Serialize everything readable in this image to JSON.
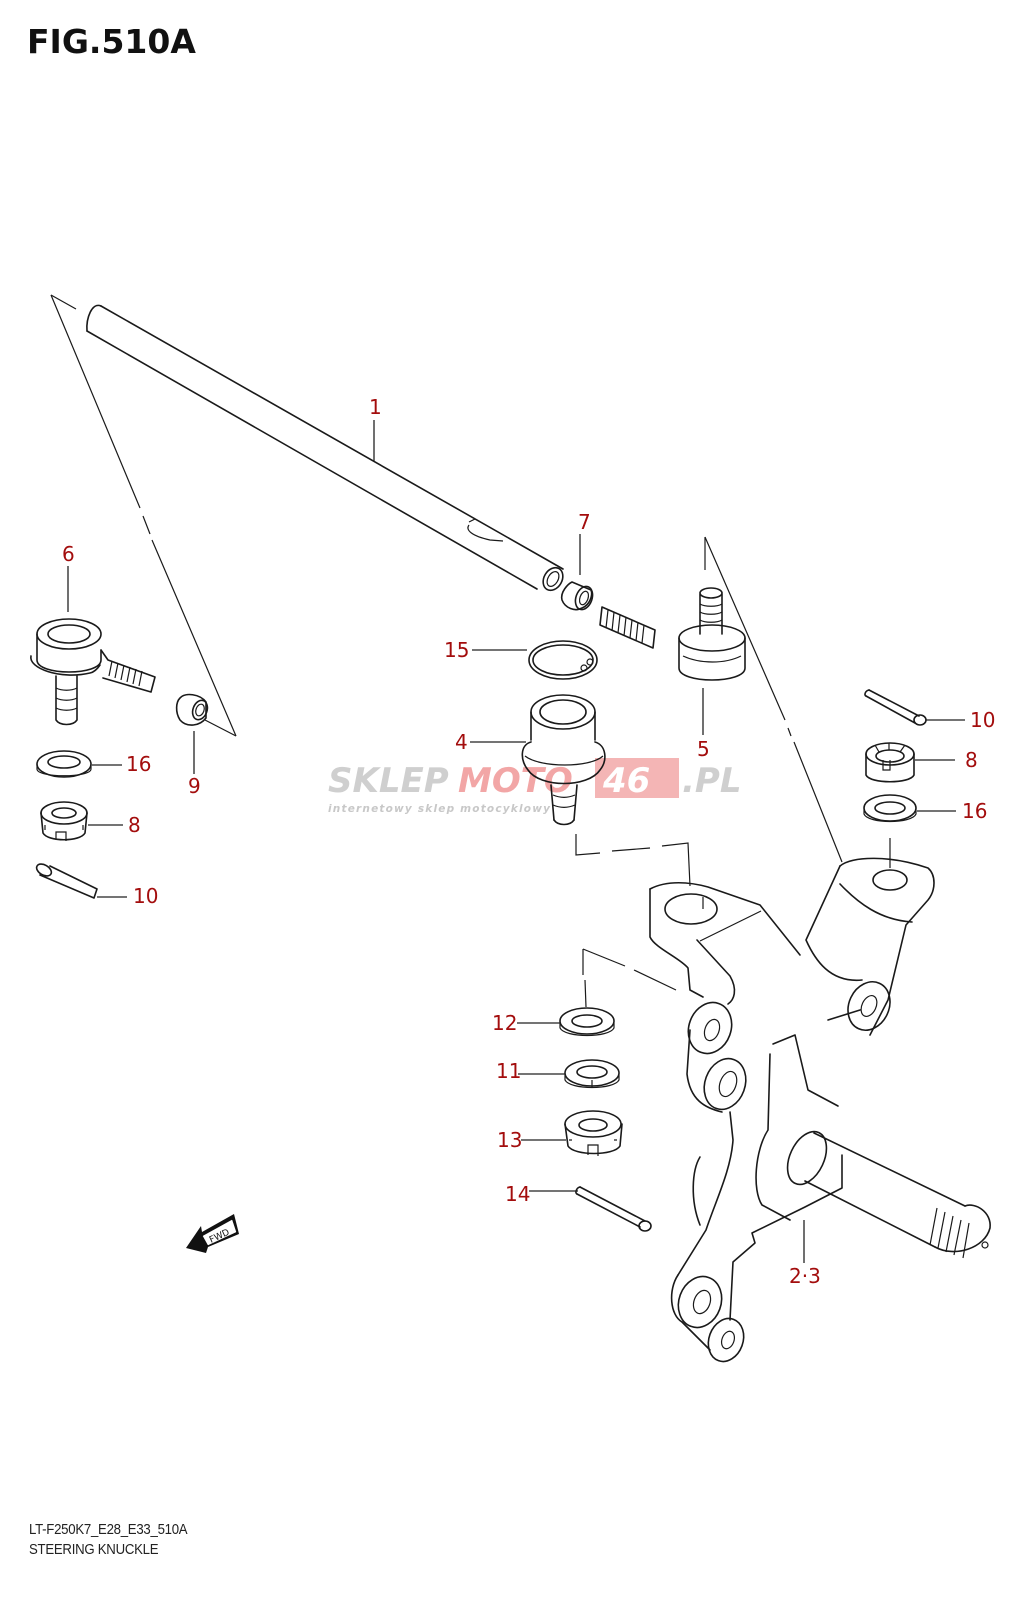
{
  "figure": {
    "title": "FIG.510A",
    "code": "LT-F250K7_E28_E33_510A",
    "name": "STEERING KNUCKLE"
  },
  "colors": {
    "line": "#1a1a1a",
    "label": "#a30d0d",
    "watermark_gray": "#c8c8c8",
    "watermark_red": "#f2a6a6"
  },
  "watermark": {
    "part1": "SKLEP",
    "part2": "MOTO",
    "part3": "46",
    "part4": ".PL",
    "tagline": "internetowy sklep motocyklowy"
  },
  "fwd_arrow": {
    "label": "FWD",
    "icon": "forward-direction-arrow-icon"
  },
  "callouts": [
    {
      "id": "c1",
      "label": "1"
    },
    {
      "id": "c6",
      "label": "6"
    },
    {
      "id": "c7",
      "label": "7"
    },
    {
      "id": "c15",
      "label": "15"
    },
    {
      "id": "c4",
      "label": "4"
    },
    {
      "id": "c5",
      "label": "5"
    },
    {
      "id": "c16a",
      "label": "16"
    },
    {
      "id": "c9",
      "label": "9"
    },
    {
      "id": "c8a",
      "label": "8"
    },
    {
      "id": "c10a",
      "label": "10"
    },
    {
      "id": "c10b",
      "label": "10"
    },
    {
      "id": "c8b",
      "label": "8"
    },
    {
      "id": "c16b",
      "label": "16"
    },
    {
      "id": "c12",
      "label": "12"
    },
    {
      "id": "c11",
      "label": "11"
    },
    {
      "id": "c13",
      "label": "13"
    },
    {
      "id": "c14",
      "label": "14"
    },
    {
      "id": "c23",
      "label": "2·3"
    }
  ]
}
